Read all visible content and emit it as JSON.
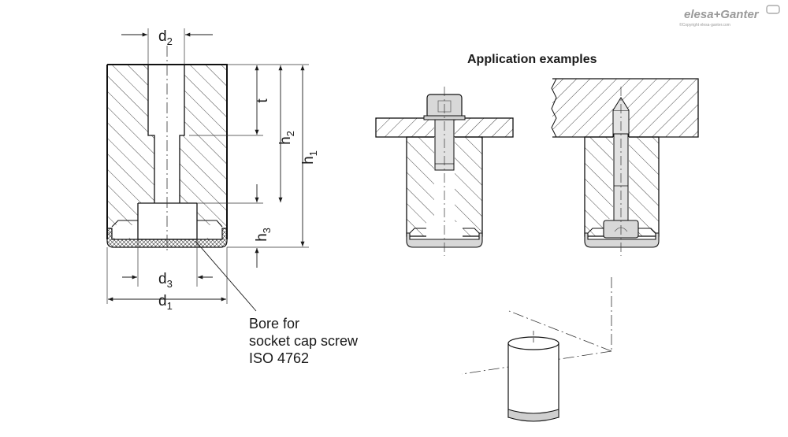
{
  "logo": {
    "brand": "elesa+Ganter",
    "copyright": "©Copyright elesa-ganter.com"
  },
  "dimensions": {
    "d1": {
      "base": "d",
      "sub": "1"
    },
    "d2": {
      "base": "d",
      "sub": "2"
    },
    "d3": {
      "base": "d",
      "sub": "3"
    },
    "h1": {
      "base": "h",
      "sub": "1"
    },
    "h2": {
      "base": "h",
      "sub": "2"
    },
    "h3": {
      "base": "h",
      "sub": "3"
    },
    "t": "t"
  },
  "note": {
    "line1": "Bore for",
    "line2": "socket cap screw",
    "line3": "ISO 4762"
  },
  "application": {
    "title": "Application examples"
  }
}
